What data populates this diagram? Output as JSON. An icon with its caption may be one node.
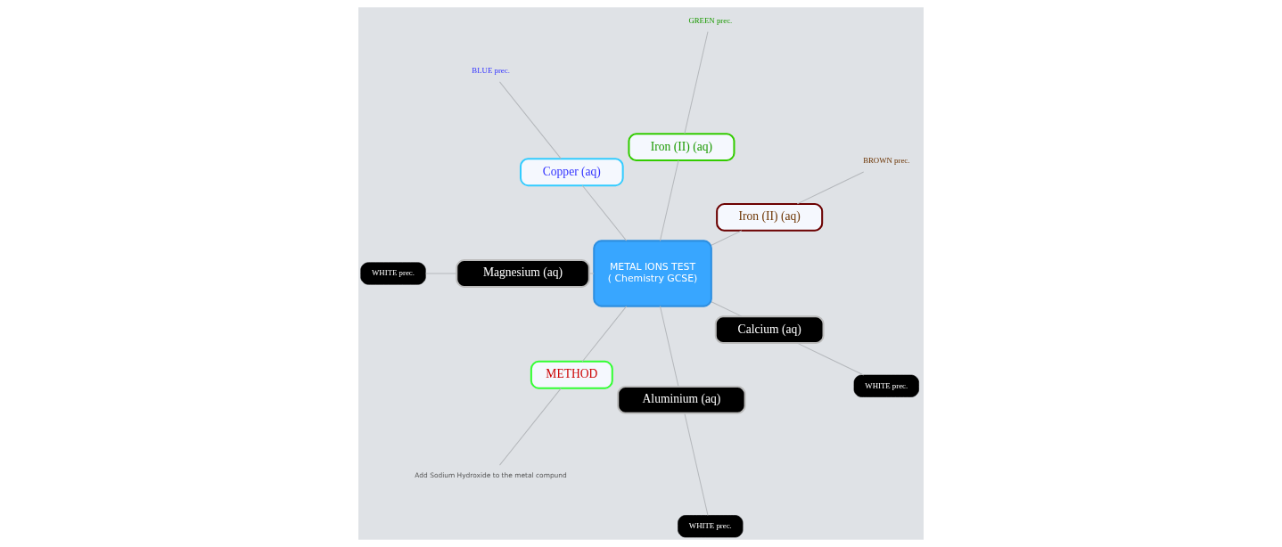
{
  "diagram": {
    "nodes": [
      {
        "text": [
          "METAL IONS TEST ( Chemistry GCSE)"
        ]
      },
      {
        "text": [
          "Iron (II) (aq)"
        ]
      },
      {
        "text": [
          "BROWN prec."
        ]
      },
      {
        "text": [
          "Iron (II) (aq)"
        ]
      },
      {
        "text": [
          "GREEN prec."
        ]
      },
      {
        "text": [
          "Copper (aq)"
        ]
      },
      {
        "text": [
          "BLUE prec."
        ]
      },
      {
        "text": [
          "Magnesium (aq)"
        ]
      },
      {
        "text": [
          "WHITE prec."
        ]
      },
      {
        "text": [
          "METHOD"
        ]
      },
      {
        "text": [
          "Add Sodium Hydroxide to the metal compund"
        ]
      },
      {
        "text": [
          "Aluminium (aq)"
        ]
      },
      {
        "text": [
          "WHITE prec."
        ]
      },
      {
        "text": [
          "Calcium (aq)"
        ]
      },
      {
        "text": [
          "WHITE prec."
        ]
      }
    ],
    "edges": [
      {
        "from": 0,
        "to": 1,
        "arrow": "none"
      },
      {
        "from": 1,
        "to": 2,
        "arrow": "none"
      },
      {
        "from": 0,
        "to": 3,
        "arrow": "none"
      },
      {
        "from": 3,
        "to": 4,
        "arrow": "none"
      },
      {
        "from": 0,
        "to": 5,
        "arrow": "none"
      },
      {
        "from": 5,
        "to": 6,
        "arrow": "none"
      },
      {
        "from": 0,
        "to": 7,
        "arrow": "none"
      },
      {
        "from": 7,
        "to": 8,
        "arrow": "none"
      },
      {
        "from": 0,
        "to": 9,
        "arrow": "none"
      },
      {
        "from": 9,
        "to": 10,
        "arrow": "none"
      },
      {
        "from": 0,
        "to": 11,
        "arrow": "none"
      },
      {
        "from": 11,
        "to": 12,
        "arrow": "none"
      },
      {
        "from": 0,
        "to": 13,
        "arrow": "none"
      },
      {
        "from": 13,
        "to": 14,
        "arrow": "none"
      }
    ]
  }
}
